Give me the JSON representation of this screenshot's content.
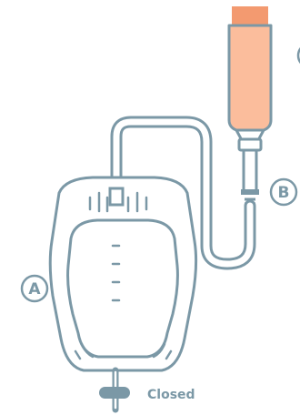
{
  "diagram": {
    "callouts": [
      {
        "id": "A",
        "label": "A",
        "refers_to": "drainage-bag"
      },
      {
        "id": "B",
        "label": "B",
        "refers_to": "tube-connector"
      },
      {
        "id": "C",
        "label": "",
        "refers_to": "catheter-partially-visible"
      }
    ],
    "valve_label": "Closed",
    "colors": {
      "outline": "#7b98a6",
      "catheter_fill": "#fbbd9c",
      "catheter_cap": "#f39a70",
      "catheter_stroke": "#7b98a6",
      "callout_text": "#7b98a6"
    },
    "icons": {
      "bag": "drainage-bag-icon",
      "catheter": "catheter-icon",
      "valve": "drain-valve-icon"
    }
  }
}
